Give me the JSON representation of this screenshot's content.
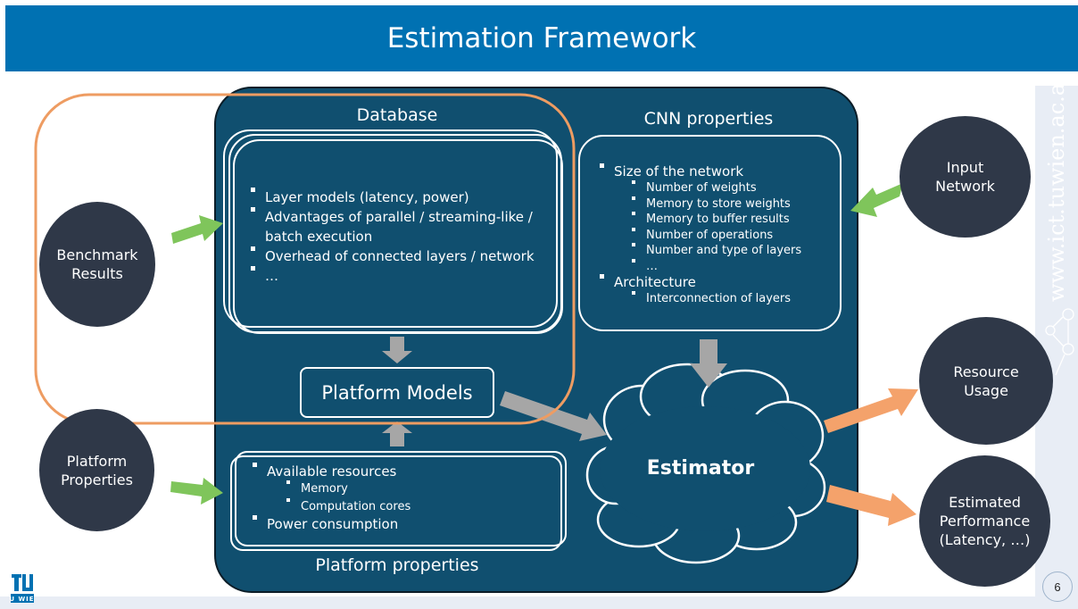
{
  "slide": {
    "title": "Estimation Framework",
    "watermark": "www.ict.tuwien.ac.at",
    "page_number": "6",
    "logo_text": "TU WIEN"
  },
  "database": {
    "title": "Database",
    "items": [
      "Layer models (latency, power)",
      "Advantages of parallel / streaming-like / batch execution",
      "Overhead of connected layers / network",
      "…"
    ]
  },
  "cnn": {
    "title": "CNN properties",
    "items": [
      {
        "label": "Size of the network",
        "sub": [
          "Number of weights",
          "Memory to store weights",
          "Memory to buffer results",
          "Number of operations",
          "Number and type of layers",
          "…"
        ]
      },
      {
        "label": "Architecture",
        "sub": [
          "Interconnection of layers"
        ]
      }
    ]
  },
  "platform_models": {
    "label": "Platform Models"
  },
  "platform": {
    "title": "Platform properties",
    "items": [
      {
        "label": "Available resources",
        "sub": [
          "Memory",
          "Computation cores"
        ]
      },
      {
        "label": "Power consumption",
        "sub": []
      }
    ]
  },
  "estimator": {
    "label": "Estimator"
  },
  "nodes": {
    "benchmark": [
      "Benchmark",
      "Results"
    ],
    "platform": [
      "Platform",
      "Properties"
    ],
    "input": [
      "Input",
      "Network"
    ],
    "resource": [
      "Resource",
      "Usage"
    ],
    "performance": [
      "Estimated",
      "Performance",
      "(Latency, …)"
    ]
  },
  "colors": {
    "title_bar": "#0071b2",
    "panel": "#104f6f",
    "node": "#2f3848",
    "green_arrow": "#7fc55b",
    "orange_arrow": "#f4a26b",
    "gray_arrow": "#a6a6a6",
    "highlight_outline": "#ee9c62"
  }
}
